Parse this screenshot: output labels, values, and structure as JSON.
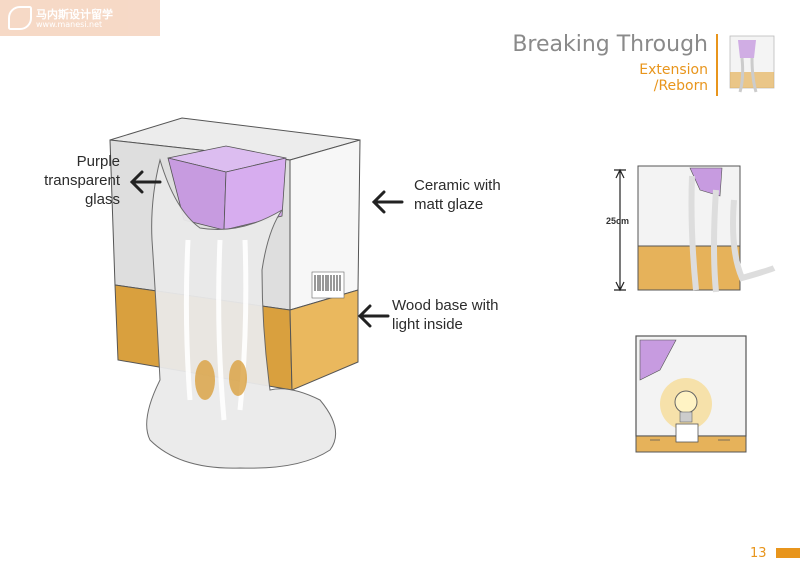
{
  "watermark": {
    "brand_cn": "马内斯设计留学",
    "url": "www.manesi.net"
  },
  "header": {
    "title": "Breaking Through",
    "subtitle_line1": "Extension",
    "subtitle_line2": "/Reborn"
  },
  "annotations": {
    "glass": [
      "Purple",
      "transparent",
      "glass"
    ],
    "ceramic": [
      "Ceramic with",
      "matt glaze"
    ],
    "wood": [
      "Wood base with",
      "light inside"
    ]
  },
  "dimension": {
    "height_label": "25cm"
  },
  "footer": {
    "page_number": "13"
  },
  "colors": {
    "accent": "#e8951c",
    "purple": "#c79be0",
    "wood": "#e6b25a",
    "title_gray": "#8a8a8a"
  }
}
